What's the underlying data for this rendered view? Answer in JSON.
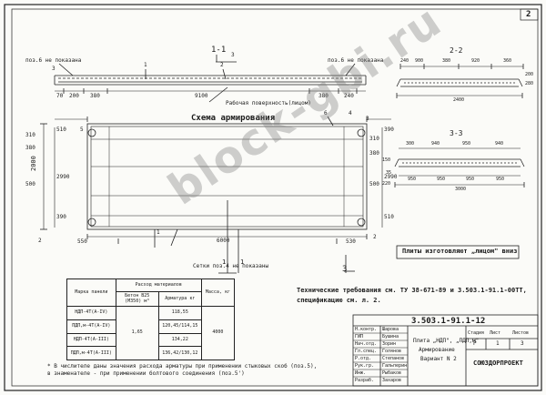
{
  "sheet": {
    "number": "2",
    "doc_code": "3.503.1-91.1-12",
    "title_line1": "Плита „НДП\", „ПДП,м\"",
    "title_line2": "Армирование",
    "title_line3": "Вариант N 2",
    "org": "СОЮЗДОРПРОЕКТ",
    "stage_header": "Стадия",
    "sheet_header": "Лист",
    "sheets_header": "Листов",
    "stage": "Р",
    "sheet_no": "1",
    "sheets_total": "3"
  },
  "signatures": {
    "rows": [
      [
        "Н.контр.",
        "Шарова"
      ],
      [
        "ГИП",
        "Бушина"
      ],
      [
        "Нач.отд.",
        "Зорин"
      ],
      [
        "Гл.спец.",
        "Голянов"
      ],
      [
        "Р.отд.",
        "Степанов"
      ],
      [
        "Рук.гр.",
        "Гальперин"
      ],
      [
        "Инж.",
        "Рыбаков"
      ],
      [
        "Разраб.",
        "Захаров"
      ]
    ]
  },
  "section_1": {
    "label": "1-1",
    "pos6": "поз.6 не показана",
    "pos6b": "поз.6 не показана",
    "work_surface": "Рабочая поверхность(лицом)",
    "dims": [
      "70",
      "200",
      "380",
      "9100",
      "380",
      "240"
    ],
    "pos_marks": [
      "3",
      "1",
      "2",
      "3"
    ]
  },
  "scheme": {
    "title": "Схема армирования",
    "dim_total": "6000",
    "dims_left": [
      "310",
      "380",
      "500",
      "550"
    ],
    "dims_right": [
      "310",
      "380",
      "500",
      "530"
    ],
    "dim_side_left": [
      "510",
      "2990",
      "390"
    ],
    "dim_side_right": [
      "390",
      "2990",
      "510"
    ],
    "pos_marks": [
      "6",
      "4",
      "3",
      "5",
      "1",
      "2",
      "2"
    ],
    "note_loops": "Сетки поз.4 не показаны",
    "dim_inner": "6000",
    "section_marks": [
      "1",
      "1",
      "3"
    ],
    "dim_height": "2000"
  },
  "section_2": {
    "label": "2-2",
    "dims": [
      "240",
      "900",
      "380",
      "920",
      "360"
    ],
    "dim_total": "2400",
    "side": [
      "200",
      "280"
    ]
  },
  "section_3": {
    "label": "3-3",
    "dims_top": [
      "300",
      "940",
      "950",
      "940"
    ],
    "dims_bottom": [
      "950",
      "950",
      "950",
      "950"
    ],
    "dim_total": "3000",
    "side": [
      "150",
      "35",
      "220"
    ]
  },
  "plate_note": "Плиты изготовляют „лицом\" вниз",
  "tech_note": "Технические требования см. ТУ 38-671-89 и 3.503.1-91.1-00ТТ, спецификацию см. л. 2.",
  "marks_table": {
    "headers": [
      "Марка панели",
      "Расход материалов",
      "Масса, кг"
    ],
    "sub_headers": [
      "Бетон В25 (М350) м³",
      "Арматура кг"
    ],
    "rows": [
      [
        "НДП-4Т(А-IV)",
        "",
        "118,55",
        ""
      ],
      [
        "ПДП,м-4Т(А-IV)",
        "1,65",
        "120,45/114,15",
        "4000"
      ],
      [
        "НДП-4Т(А-III)",
        "",
        "134,22",
        ""
      ],
      [
        "ПДП,м-4Т(А-III)",
        "",
        "136,42/130,12",
        ""
      ]
    ]
  },
  "footnote": "* В числителе даны значения расхода арматуры при применении стыковых скоб (поз.5), в знаменателе - при применении болтового соединения (поз.5')",
  "watermark": "block-gbi.ru"
}
